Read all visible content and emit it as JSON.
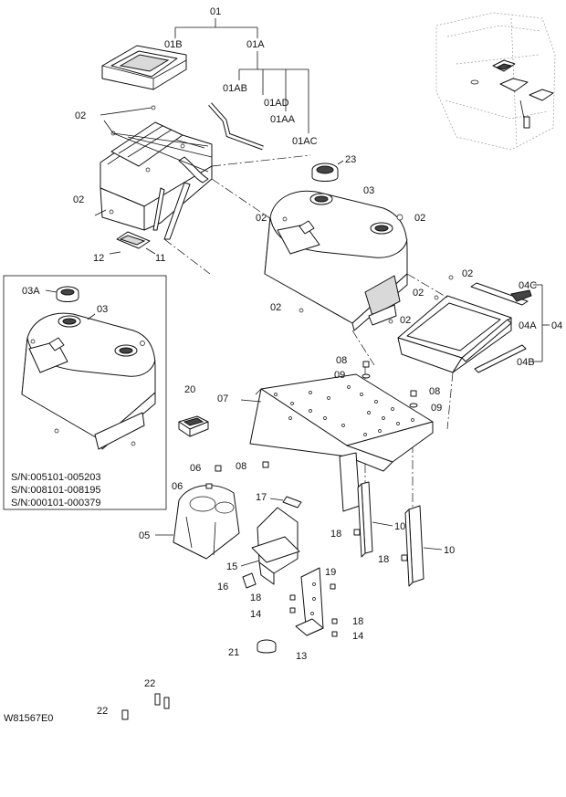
{
  "labels": {
    "l01": "01",
    "l01B": "01B",
    "l01A": "01A",
    "l01AB": "01AB",
    "l01AD": "01AD",
    "l01AA": "01AA",
    "l01AC": "01AC",
    "l02a": "02",
    "l02b": "02",
    "l02c": "02",
    "l02d": "02",
    "l02e": "02",
    "l02f": "02",
    "l02g": "02",
    "l02h": "02",
    "l23": "23",
    "l03top": "03",
    "l03inset": "03",
    "l03A": "03A",
    "l12": "12",
    "l11": "11",
    "l04C": "04C",
    "l04A": "04A",
    "l04": "04",
    "l04B": "04B",
    "l08a": "08",
    "l09a": "09",
    "l08b": "08",
    "l09b": "09",
    "l08c": "08",
    "l07": "07",
    "l20": "20",
    "l06a": "06",
    "l06b": "06",
    "l05": "05",
    "l17": "17",
    "l18a": "18",
    "l18b": "18",
    "l18c": "18",
    "l18d": "18",
    "l10a": "10",
    "l10b": "10",
    "l15": "15",
    "l16": "16",
    "l19": "19",
    "l14a": "14",
    "l14b": "14",
    "l13": "13",
    "l21": "21",
    "l22a": "22",
    "l22b": "22"
  },
  "serial_numbers": [
    "S/N:005101-005203",
    "S/N:008101-008195",
    "S/N:000101-000379"
  ],
  "drawing_code": "W81567E0"
}
